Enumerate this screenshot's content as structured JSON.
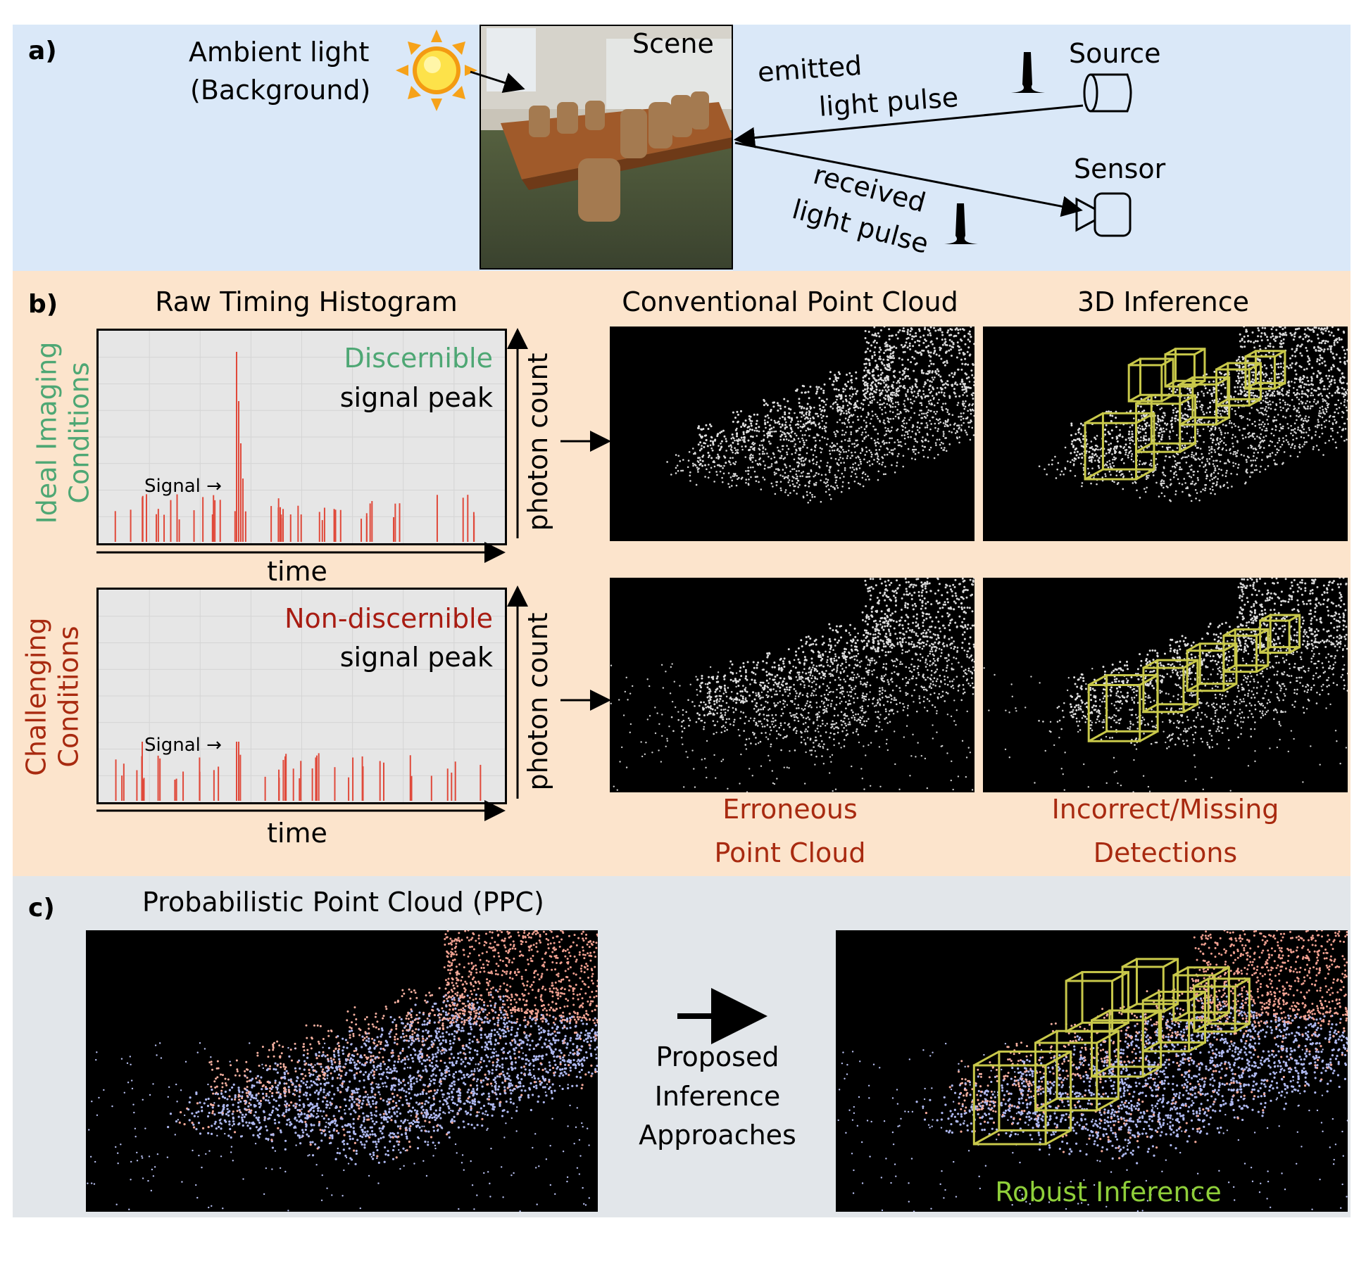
{
  "panel_a": {
    "label": "a)",
    "ambient": [
      "Ambient light",
      "(Background)"
    ],
    "scene": "Scene",
    "source": "Source",
    "sensor": "Sensor",
    "emitted": [
      "emitted",
      "light pulse"
    ],
    "received": [
      "received",
      "light pulse"
    ]
  },
  "panel_b": {
    "label": "b)",
    "headers": {
      "histogram": "Raw Timing Histogram",
      "conventional": "Conventional Point Cloud",
      "inference": "3D Inference"
    },
    "rows": [
      {
        "condition": [
          "Ideal Imaging",
          "Conditions"
        ],
        "peak_status": "Discernible",
        "peak_text": "signal peak",
        "signal": "Signal →",
        "xlabel": "time",
        "ylabel": "photon count"
      },
      {
        "condition": [
          "Challenging",
          "Conditions"
        ],
        "peak_status": "Non-discernible",
        "peak_text": "signal peak",
        "signal": "Signal →",
        "xlabel": "time",
        "ylabel": "photon count"
      }
    ],
    "error_conventional": [
      "Erroneous",
      "Point Cloud"
    ],
    "error_inference": [
      "Incorrect/Missing",
      "Detections"
    ]
  },
  "panel_c": {
    "label": "c)",
    "title": "Probabilistic Point Cloud (PPC)",
    "arrow_text": [
      "Proposed",
      "Inference",
      "Approaches"
    ],
    "robust": "Robust Inference"
  },
  "colors": {
    "panel_a_bg": "#dae8f8",
    "panel_b_bg": "#fce4cc",
    "panel_c_bg": "#e2e6ea",
    "discernible": "#4ea774",
    "non_discernible": "#a81c12",
    "error": "#a82a10",
    "robust": "#8fcf3a",
    "bbox": "#c8c84a",
    "hist_bar": "#e0493a"
  }
}
